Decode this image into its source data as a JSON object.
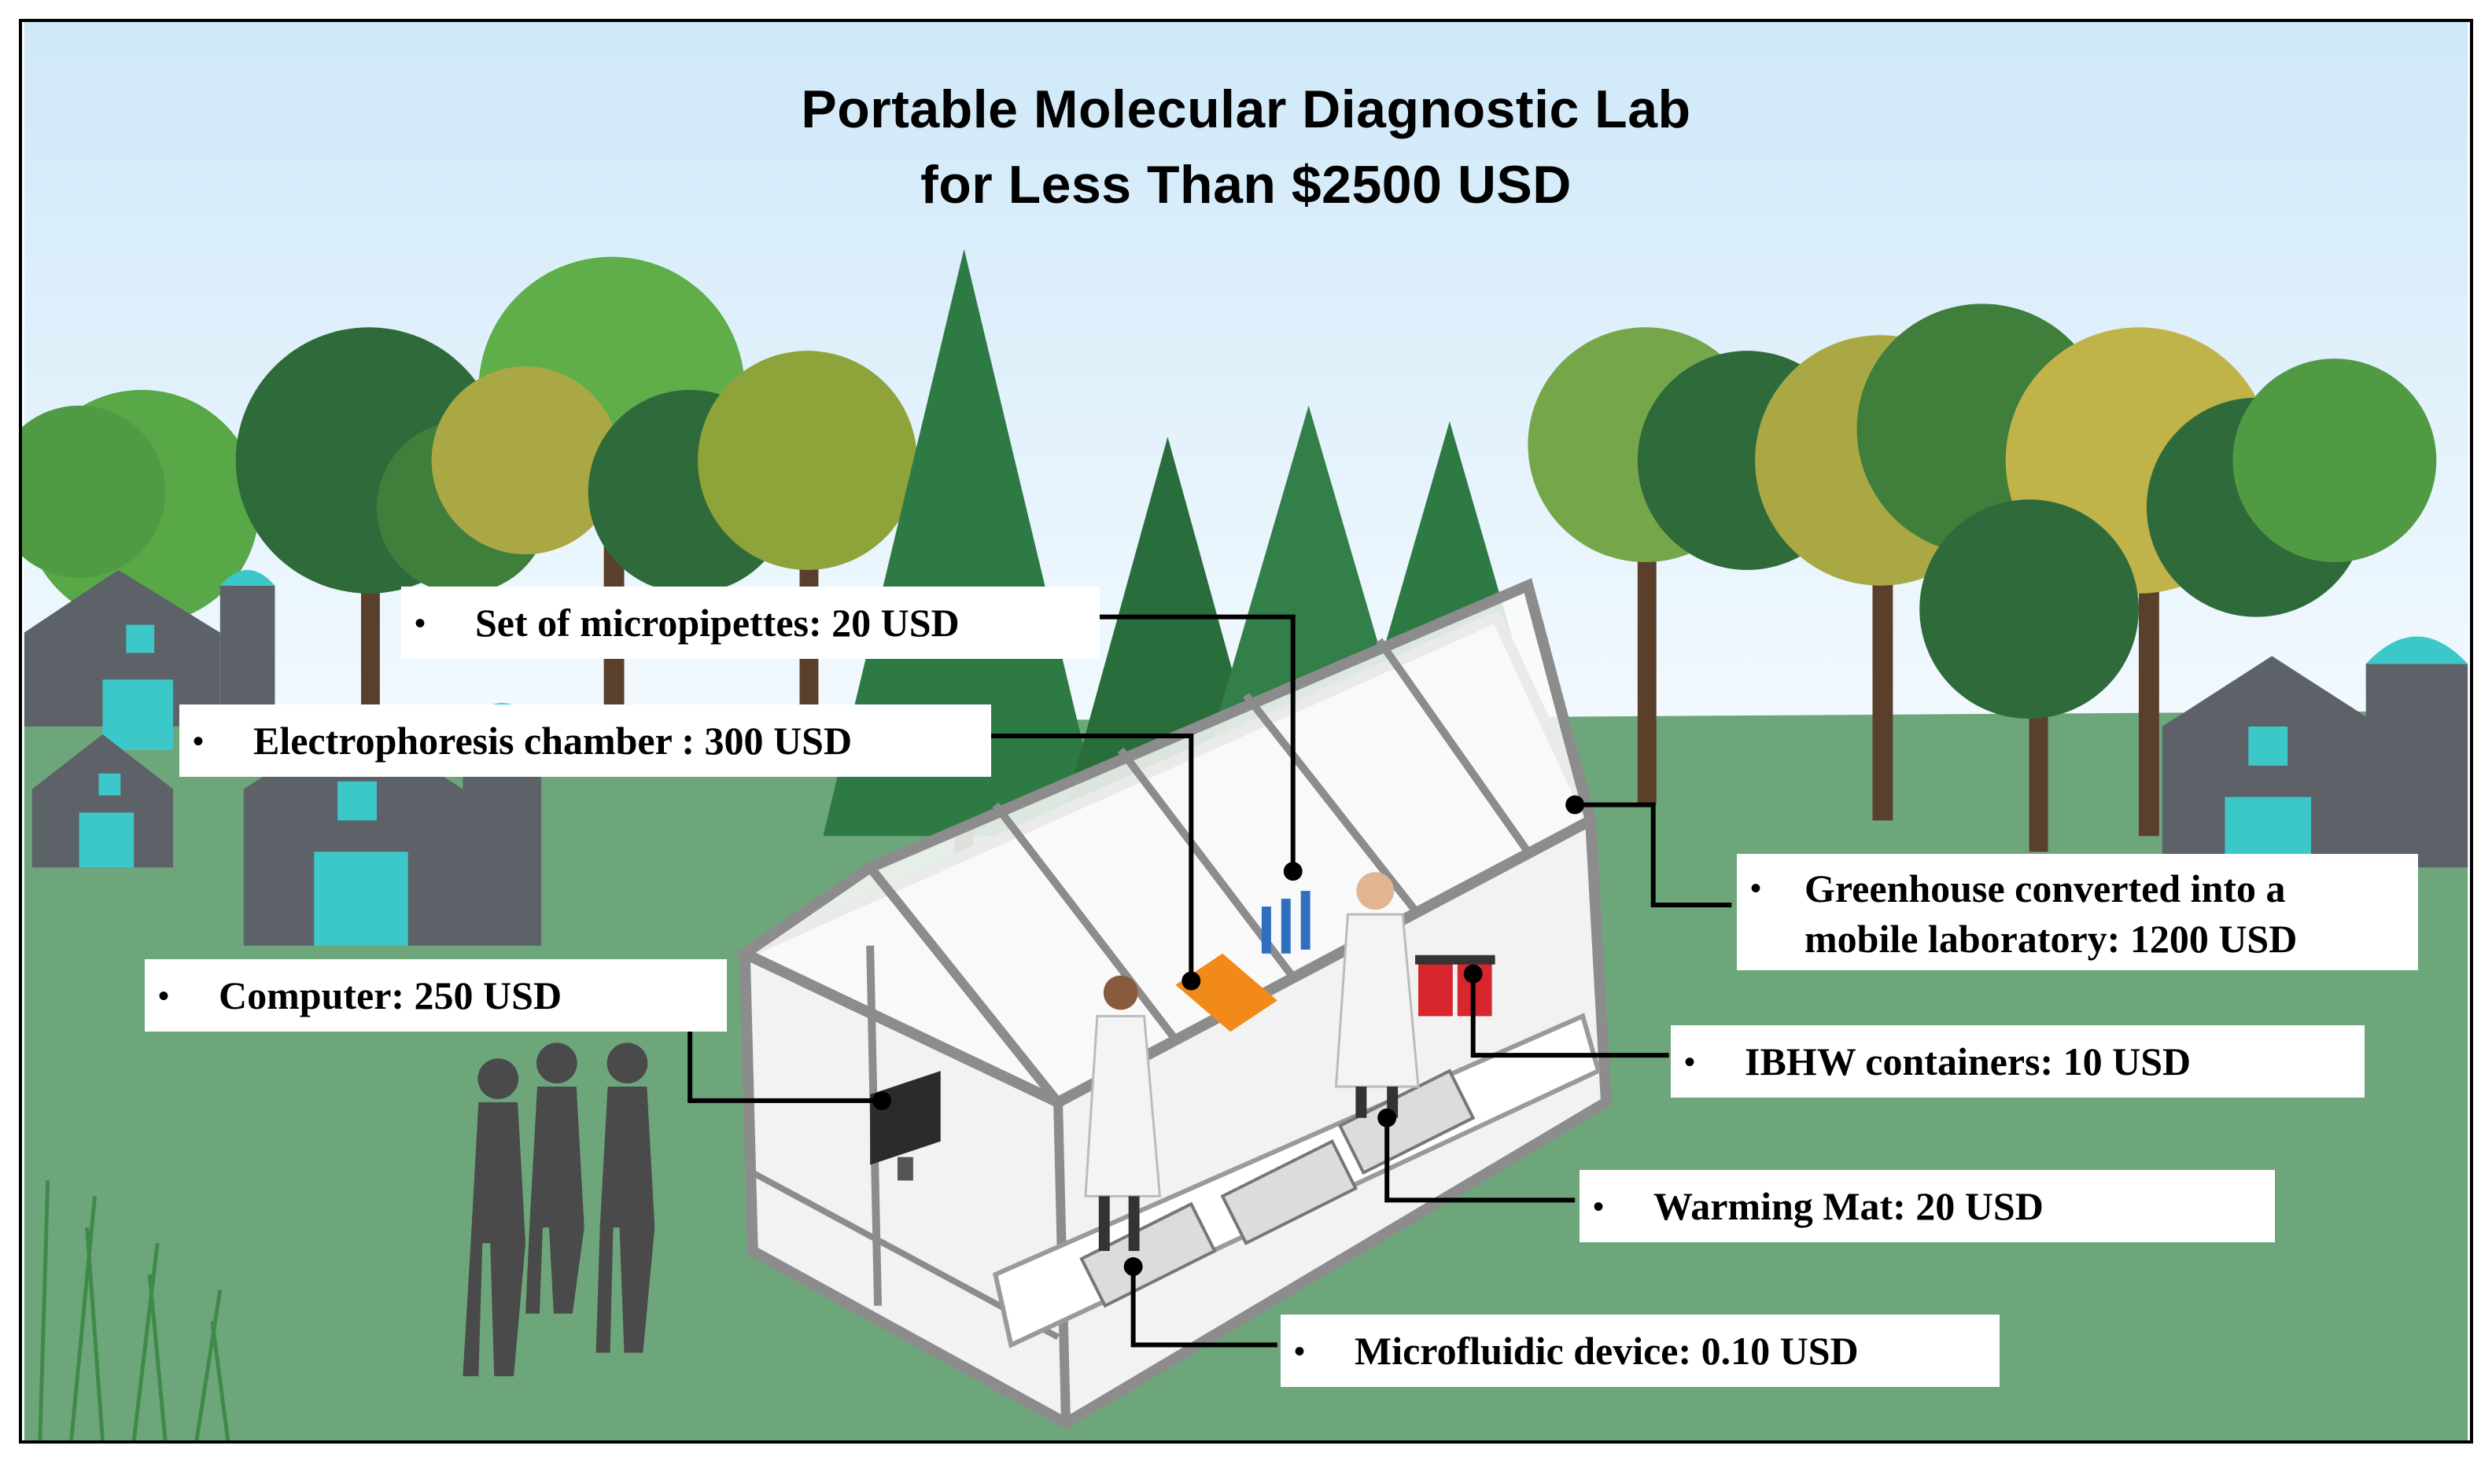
{
  "title": {
    "line1": "Portable Molecular Diagnostic Lab",
    "line2": "for Less Than $2500 USD"
  },
  "labels": {
    "micropipettes": "Set of micropipettes: 20 USD",
    "electrophoresis": "Electrophoresis chamber : 300 USD",
    "computer": "Computer: 250 USD",
    "greenhouse_line1": "Greenhouse converted into a",
    "greenhouse_line2": "mobile laboratory: 1200 USD",
    "ibhw": "IBHW containers: 10 USD",
    "warming_mat": "Warming Mat: 20 USD",
    "microfluidic": "Microfluidic device: 0.10 USD"
  },
  "bullet": "•",
  "colors": {
    "sky_top": "#dff0fb",
    "sky_bottom": "#f4fbff",
    "grass": "#6ea67c",
    "tree_dark": "#2f6b3a",
    "tree_mid": "#4f9a43",
    "tree_olive": "#a9a845",
    "pine": "#2e7a45",
    "barn": "#5d6168",
    "barn_accent": "#3cc8c9",
    "greenhouse_frame": "#8c8c8c",
    "greenhouse_fill": "#f2f2f2",
    "orange": "#f28a1a",
    "red": "#d8262e"
  },
  "icons": [
    "barn-icon",
    "pine-tree-icon",
    "deciduous-tree-icon",
    "greenhouse-icon",
    "scientist-icon",
    "person-silhouette-icon",
    "computer-monitor-icon",
    "micropipette-icon",
    "biohazard-container-icon",
    "warming-mat-icon"
  ]
}
